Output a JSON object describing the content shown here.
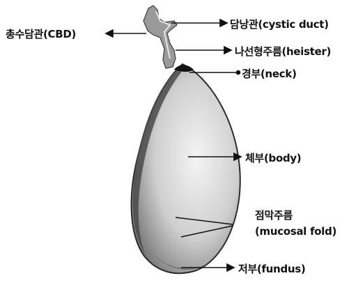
{
  "labels": {
    "cbd": "총수담관(CBD)",
    "cystic_duct": "담낭관(cystic duct)",
    "heister": "나선형주름(heister)",
    "neck": "경부(neck)",
    "body": "체부(body)",
    "mucosal_ko": "점막주름",
    "mucosal_en": "(mucosal fold)",
    "fundus": "저부(fundus)"
  }
}
